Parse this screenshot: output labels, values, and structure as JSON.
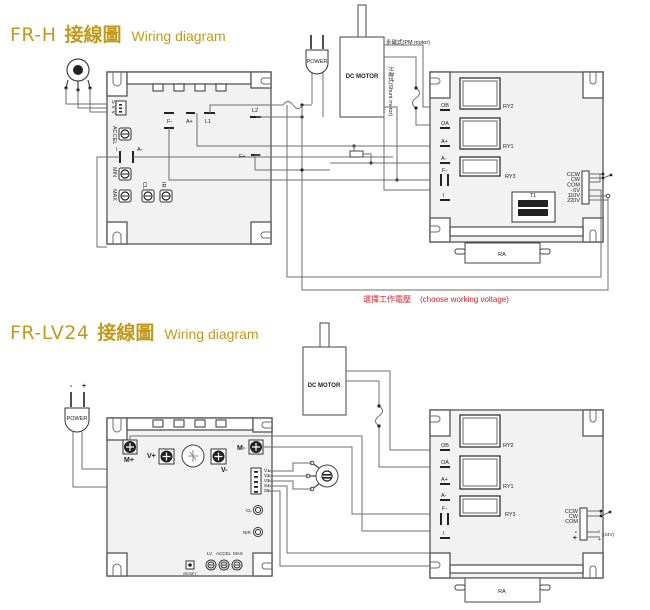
{
  "diagrams": [
    {
      "model": "FR-H",
      "title_zh": "接線圖",
      "title_en": "Wiring diagram",
      "power_label": "POWER",
      "motor_label": "DC MOTOR",
      "pm_motor_label": "永磁式(PM motor)",
      "shunt_motor_label": "分激式(Shunt motor)",
      "controller_terminals": [
        "F-",
        "A+",
        "L1",
        "L2",
        "F+",
        "I",
        "A-"
      ],
      "controller_pots": [
        "ACCEL",
        "MIN",
        "MAX",
        "CL",
        "IR"
      ],
      "connector_pins_left": [
        "S",
        "V",
        "V"
      ],
      "relay_terminals": [
        "OB",
        "OA",
        "A+",
        "A-",
        "F-",
        "I"
      ],
      "relays": [
        "RY2",
        "RY1",
        "RY3"
      ],
      "transformer_label": "T1",
      "relay_connector_pins": [
        "CCW",
        "CW",
        "COM",
        "0V",
        "110V",
        "220V"
      ],
      "resistor_label": "RA",
      "note": "選擇工作電壓",
      "note_en": "(choose working voltage)"
    },
    {
      "model": "FR-LV24",
      "title_zh": "接線圖",
      "title_en": "Wiring diagram",
      "power_label": "POWER",
      "power_polarity": [
        "-",
        "+"
      ],
      "motor_label": "DC MOTOR",
      "controller_terminals": [
        "M+",
        "V+",
        "V-",
        "M-"
      ],
      "connector_pins": [
        "V1",
        "V2",
        "V3",
        "S4",
        "S5"
      ],
      "controller_pots": [
        "CL",
        "NIR",
        "LV",
        "ACCEL",
        "MAX"
      ],
      "reset_label": "RESET",
      "relay_terminals": [
        "OB",
        "OA",
        "A+",
        "A-",
        "F-",
        "I"
      ],
      "relays": [
        "RY2",
        "RY1",
        "RY3"
      ],
      "relay_connector_pins": [
        "CCW",
        "CW",
        "COM",
        "-",
        "+"
      ],
      "voltage_label": "(24V)",
      "resistor_label": "RA"
    }
  ]
}
